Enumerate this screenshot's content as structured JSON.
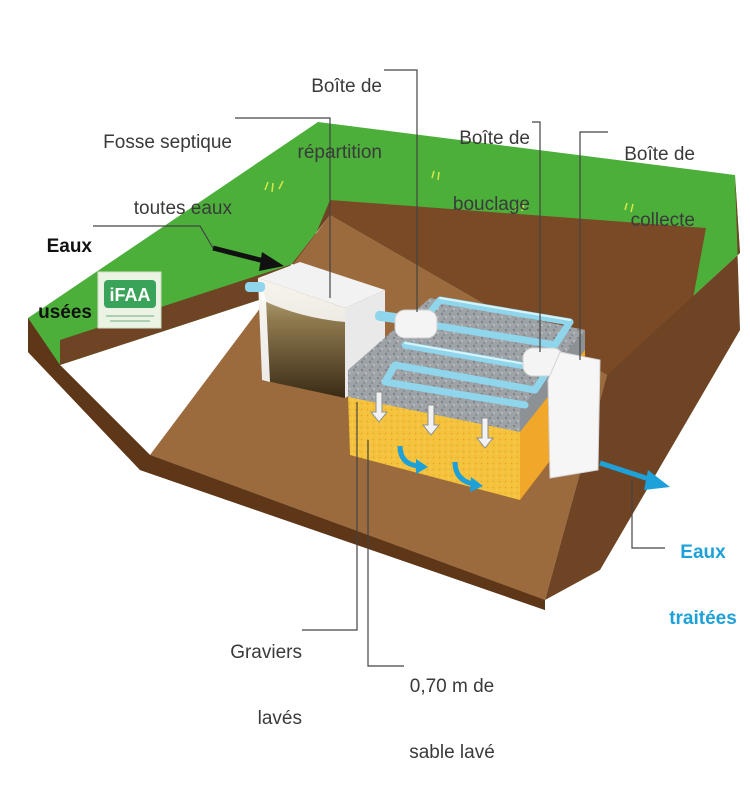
{
  "labels": {
    "fosse_line1": "Fosse septique",
    "fosse_line2": "toutes eaux",
    "repartition_line1": "Boîte de",
    "repartition_line2": "répartition",
    "bouclage_line1": "Boîte de",
    "bouclage_line2": "bouclage",
    "collecte_line1": "Boîte de",
    "collecte_line2": "collecte",
    "eaux_usees_line1": "Eaux",
    "eaux_usees_line2": "usées",
    "eaux_traitees_line1": "Eaux",
    "eaux_traitees_line2": "traitées",
    "graviers_line1": "Graviers",
    "graviers_line2": "lavés",
    "sable_line1": "0,70 m de",
    "sable_line2": "sable lavé"
  },
  "logo": {
    "text": "iFAA"
  },
  "colors": {
    "grass": "#4caf3a",
    "soil": "#8a5a32",
    "soil_dark": "#6e4424",
    "gravel": "#9a9fa3",
    "sand": "#f2b630",
    "pipe": "#7fcfe8",
    "inflow_arrow": "#111111",
    "outflow_arrow": "#1ea0d8",
    "leader_line": "#444444"
  },
  "icons": {
    "inflow_arrow": "arrow-right-icon",
    "outflow_arrow": "arrow-right-icon",
    "flow_arrows": "arrow-down-icon"
  }
}
